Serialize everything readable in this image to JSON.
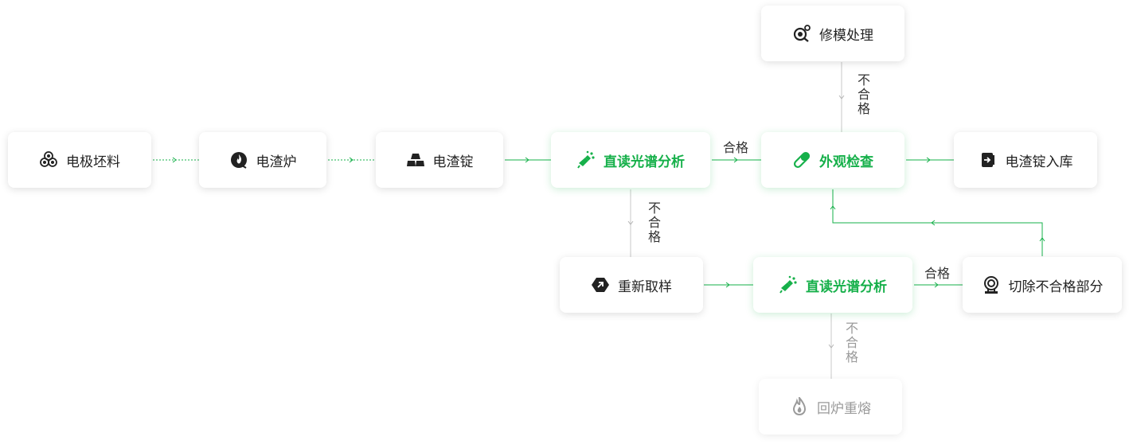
{
  "nodes": {
    "electrode_billet": "电极坯料",
    "esr_furnace": "电渣炉",
    "esr_ingot": "电渣锭",
    "spectral_analysis_1": "直读光谱分析",
    "visual_inspection": "外观检查",
    "storage": "电渣锭入库",
    "repair": "修模处理",
    "resample": "重新取样",
    "spectral_analysis_2": "直读光谱分析",
    "cut_unqualified": "切除不合格部分",
    "remelt": "回炉重熔"
  },
  "labels": {
    "pass_1": "合格",
    "fail_repair": "不合格",
    "fail_resample": "不合格",
    "pass_2": "合格",
    "fail_remelt": "不合格"
  },
  "colors": {
    "accent": "#16b04a",
    "text": "#222222",
    "muted": "#9a9a9a",
    "line_gray": "#c8c8c8"
  },
  "icons": {
    "electrode_billet": "coil-icon",
    "esr_furnace": "furnace-flame-icon",
    "esr_ingot": "ingot-bars-icon",
    "spectral_analysis": "spectrometer-gun-icon",
    "visual_inspection": "pill-capsule-icon",
    "storage": "warehouse-entry-icon",
    "repair": "magnifier-gear-icon",
    "resample": "arrow-hexagon-icon",
    "cut_unqualified": "cutting-head-icon",
    "remelt": "flame-remelt-icon"
  }
}
